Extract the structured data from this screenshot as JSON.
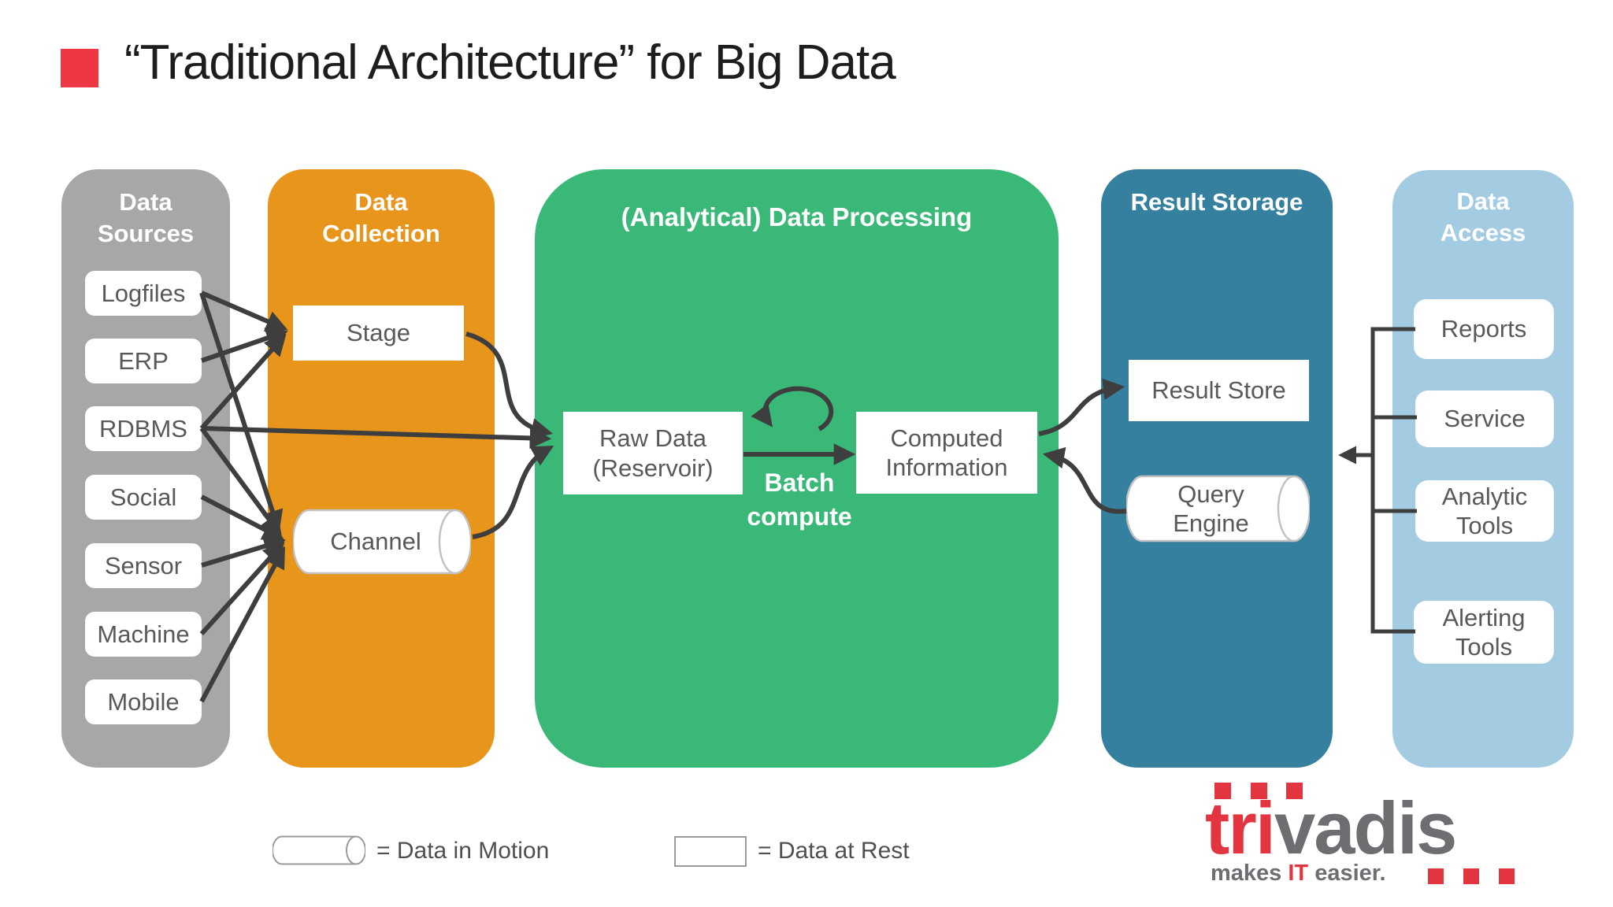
{
  "slide": {
    "title": "“Traditional Architecture” for Big Data"
  },
  "data_sources": {
    "title": "Data Sources",
    "items": [
      "Logfiles",
      "ERP",
      "RDBMS",
      "Social",
      "Sensor",
      "Machine",
      "Mobile"
    ]
  },
  "data_collection": {
    "title": "Data Collection",
    "stage": "Stage",
    "channel": "Channel"
  },
  "processing": {
    "title": "(Analytical) Data Processing",
    "raw_data": "Raw Data (Reservoir)",
    "computed": "Computed Information",
    "batch_compute": "Batch compute"
  },
  "result_storage": {
    "title": "Result Storage",
    "result_store": "Result Store",
    "query_engine": "Query Engine"
  },
  "data_access": {
    "title": "Data Access",
    "items": [
      "Reports",
      "Service",
      "Analytic Tools",
      "Alerting Tools"
    ]
  },
  "legend": {
    "data_in_motion": "= Data in Motion",
    "data_at_rest": "= Data at Rest"
  },
  "logo": {
    "brand_red": "tri",
    "brand_gray": "vadis",
    "tagline_makes": "makes ",
    "tagline_it": "IT",
    "tagline_easier": " easier."
  },
  "colors": {
    "accent_red": "#ee3742",
    "gray_column": "#a7a7a7",
    "orange_column": "#e8951c",
    "green_column": "#39b878",
    "blue_column": "#35809f",
    "light_blue_column": "#a3cbe2",
    "arrow": "#3e3e3e"
  }
}
